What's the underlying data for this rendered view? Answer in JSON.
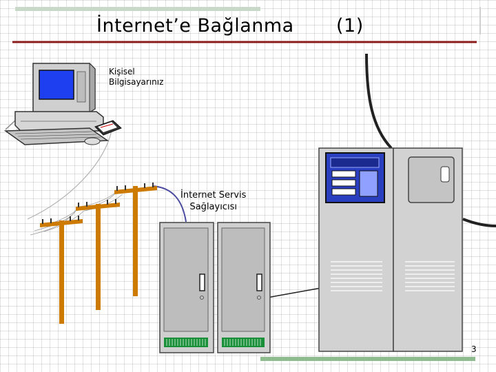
{
  "slide": {
    "title": "İnternet’e Bağlanma",
    "title_number": "(1)",
    "page_number": "3"
  },
  "labels": {
    "pc_line1": "Kişisel",
    "pc_line2": "Bilgisayarınız",
    "isp_line1": "İnternet Servis",
    "isp_line2": "Sağlayıcısı"
  },
  "colors": {
    "title_rule": "#8b1a1a",
    "accent_bar": "#8fbc8f",
    "pole": "#cc7a00",
    "server_screen": "#2a3fbf",
    "pc_screen": "#1e3ff0",
    "cable_blue": "#4a4aa0",
    "cable_black": "#222222"
  }
}
